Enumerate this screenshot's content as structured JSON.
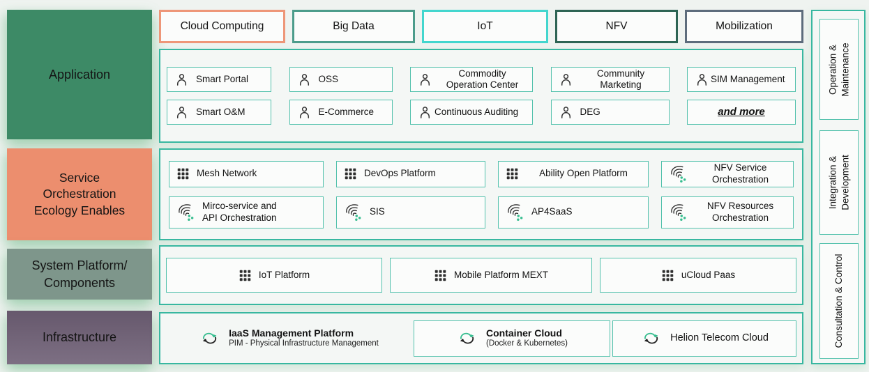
{
  "page": {
    "bg": "#EFF3F0"
  },
  "colors": {
    "section_border": "#38B7A0",
    "item_border": "#52C1AC",
    "icon_green": "#36BD8F",
    "icon_dark": "#2D2D2D"
  },
  "left_sections": [
    {
      "label": "Application",
      "bg": "#3D8A66"
    },
    {
      "label": "Service\nOrchestration\nEcology Enables",
      "bg": "#EC8E6E"
    },
    {
      "label": "System Platform/\nComponents",
      "bg": "#7E968B"
    },
    {
      "label": "Infrastructure",
      "bg": "#6E5F75"
    }
  ],
  "top_buttons": [
    {
      "label": "Cloud Computing",
      "border": "#EE9678"
    },
    {
      "label": "Big Data",
      "border": "#4C9C8B"
    },
    {
      "label": "IoT",
      "border": "#43D6CE"
    },
    {
      "label": "NFV",
      "border": "#2D6454"
    },
    {
      "label": "Mobilization",
      "border": "#5D6C7C"
    }
  ],
  "application": {
    "items": [
      {
        "label": "Smart Portal",
        "icon": "person-icon"
      },
      {
        "label": "OSS",
        "icon": "person-icon"
      },
      {
        "label": "Commodity\nOperation Center",
        "icon": "person-icon"
      },
      {
        "label": "Community\nMarketing",
        "icon": "person-icon"
      },
      {
        "label": "SIM Management",
        "icon": "person-icon"
      },
      {
        "label": "Smart O&M",
        "icon": "person-icon"
      },
      {
        "label": "E-Commerce",
        "icon": "person-icon"
      },
      {
        "label": "Continuous Auditing",
        "icon": "person-icon"
      },
      {
        "label": "DEG",
        "icon": "person-icon"
      },
      {
        "label": "and more",
        "icon": "none"
      }
    ]
  },
  "services": {
    "items": [
      {
        "label": "Mesh Network",
        "icon": "grid-icon"
      },
      {
        "label": "DevOps Platform",
        "icon": "grid-icon"
      },
      {
        "label": "Ability Open Platform",
        "icon": "grid-icon"
      },
      {
        "label": "NFV Service\nOrchestration",
        "icon": "orchestration-icon"
      },
      {
        "label": "Mirco-service and\nAPI Orchestration",
        "icon": "orchestration-icon"
      },
      {
        "label": "SIS",
        "icon": "orchestration-icon"
      },
      {
        "label": "AP4SaaS",
        "icon": "orchestration-icon"
      },
      {
        "label": "NFV Resources\nOrchestration",
        "icon": "orchestration-icon"
      }
    ]
  },
  "system": {
    "items": [
      {
        "label": "IoT Platform",
        "icon": "grid-icon"
      },
      {
        "label": "Mobile Platform MEXT",
        "icon": "grid-icon"
      },
      {
        "label": "uCloud Paas",
        "icon": "grid-icon"
      }
    ]
  },
  "infrastructure": {
    "items": [
      {
        "title": "IaaS Management Platform",
        "subtitle": "PIM - Physical Infrastructure Management",
        "icon": "cloud-sync-icon"
      },
      {
        "title": "Container Cloud",
        "subtitle": "(Docker & Kubernetes)",
        "icon": "cloud-sync-icon"
      },
      {
        "title": "Helion Telecom Cloud",
        "subtitle": "",
        "icon": "cloud-sync-icon"
      }
    ]
  },
  "right_sections": [
    {
      "label": "Operation &\nMaintenance"
    },
    {
      "label": "Integration &\nDevelopment"
    },
    {
      "label": "Consultation & Control"
    }
  ]
}
